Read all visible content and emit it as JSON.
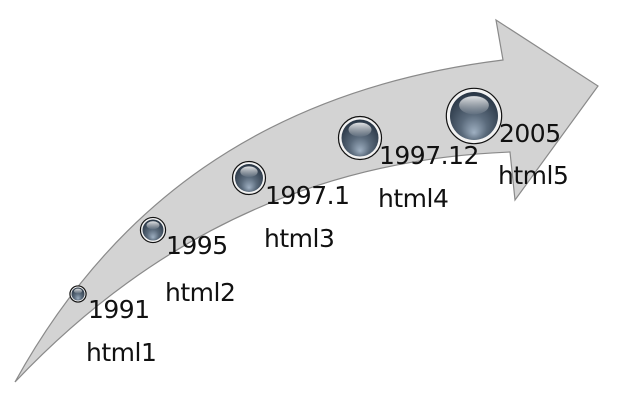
{
  "milestones": [
    {
      "year": "1991",
      "version": "html1"
    },
    {
      "year": "1995",
      "version": "html2"
    },
    {
      "year": "1997.1",
      "version": "html3"
    },
    {
      "year": "1997.12",
      "version": "html4"
    },
    {
      "year": "2005",
      "version": "html5"
    }
  ],
  "colors": {
    "arrow_fill": "#d3d3d3",
    "arrow_stroke": "#8a8a8a",
    "bubble_dark": "#2c3a4a",
    "bubble_mid": "#5b6b7c",
    "bubble_light": "#a9b6c4",
    "bubble_ring": "#111111"
  }
}
